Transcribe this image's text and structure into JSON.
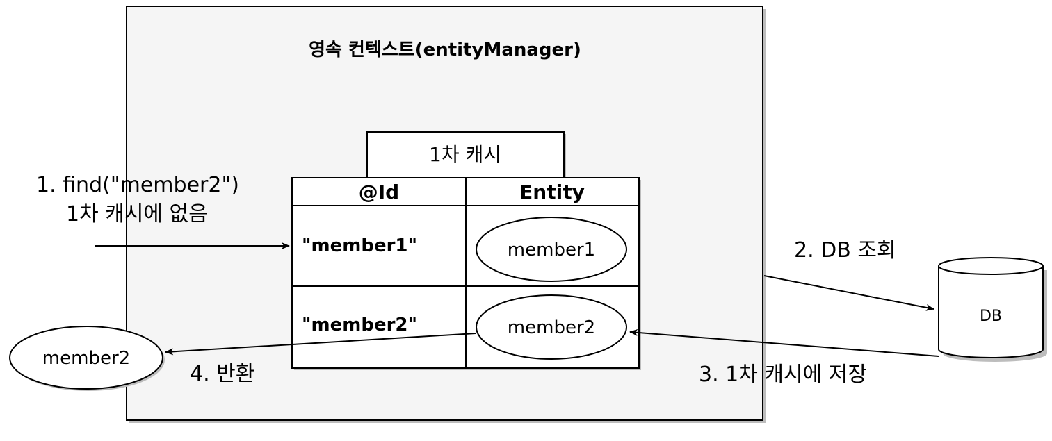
{
  "context": {
    "title": "영속 컨텍스트(entityManager)"
  },
  "cache": {
    "title": "1차 캐시",
    "columns": [
      "@Id",
      "Entity"
    ],
    "rows": [
      {
        "id": "\"member1\"",
        "entity": "member1"
      },
      {
        "id": "\"member2\"",
        "entity": "member2"
      }
    ]
  },
  "steps": {
    "step1_line1": "1. find(\"member2\")",
    "step1_line2": "1차 캐시에 없음",
    "step2": "2. DB 조회",
    "step3": "3. 1차 캐시에 저장",
    "step4": "4. 반환"
  },
  "db": {
    "label": "DB"
  },
  "returned": {
    "label": "member2"
  }
}
